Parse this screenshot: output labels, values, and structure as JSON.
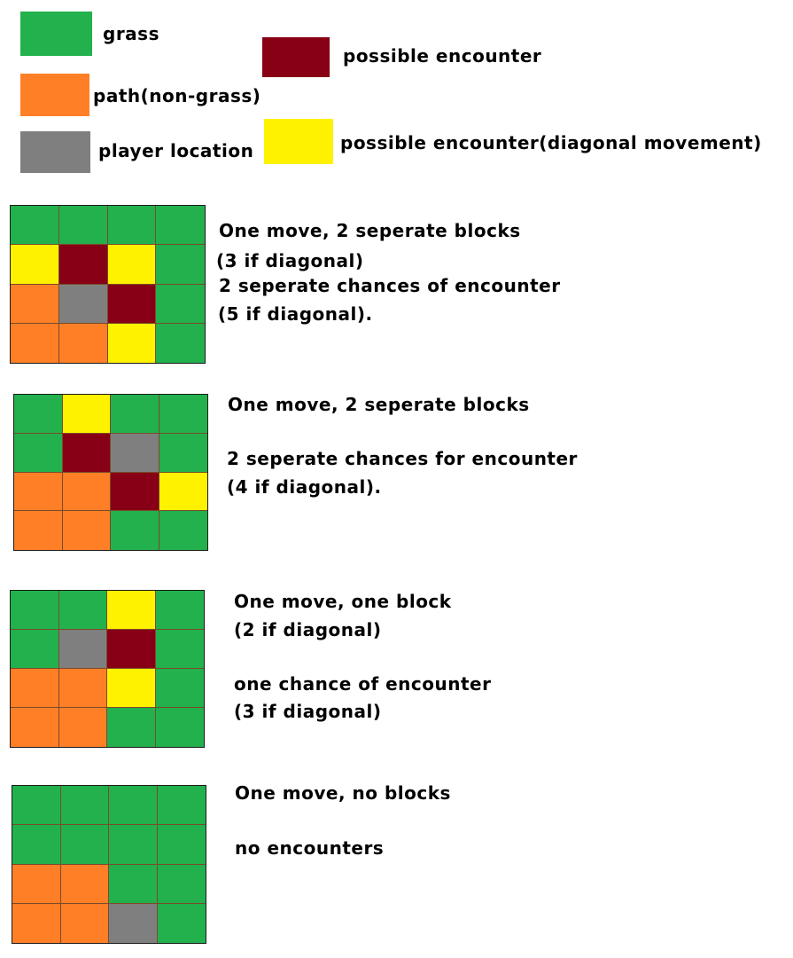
{
  "colors": {
    "grass": "#22b14c",
    "path": "#ff7f27",
    "player": "#7f7f7f",
    "encounter": "#880015",
    "diagonal": "#fff200"
  },
  "legend": {
    "grass": "grass",
    "path": "path(non-grass)",
    "player": "player location",
    "encounter": "possible encounter",
    "diagonal": "possible encounter(diagonal movement)"
  },
  "examples": [
    {
      "grid": [
        [
          "grass",
          "grass",
          "grass",
          "grass"
        ],
        [
          "diagonal",
          "encounter",
          "diagonal",
          "grass"
        ],
        [
          "path",
          "player",
          "encounter",
          "grass"
        ],
        [
          "path",
          "path",
          "diagonal",
          "grass"
        ]
      ],
      "lines": [
        "One move, 2 seperate blocks",
        "(3 if diagonal)",
        "2 seperate chances of encounter",
        "(5 if diagonal)."
      ]
    },
    {
      "grid": [
        [
          "grass",
          "diagonal",
          "grass",
          "grass"
        ],
        [
          "grass",
          "encounter",
          "player",
          "grass"
        ],
        [
          "path",
          "path",
          "encounter",
          "diagonal"
        ],
        [
          "path",
          "path",
          "grass",
          "grass"
        ]
      ],
      "lines": [
        "One move, 2 seperate blocks",
        "2 seperate chances for encounter",
        "(4 if diagonal)."
      ]
    },
    {
      "grid": [
        [
          "grass",
          "grass",
          "diagonal",
          "grass"
        ],
        [
          "grass",
          "player",
          "encounter",
          "grass"
        ],
        [
          "path",
          "path",
          "diagonal",
          "grass"
        ],
        [
          "path",
          "path",
          "grass",
          "grass"
        ]
      ],
      "lines": [
        "One move, one block",
        "(2 if diagonal)",
        "one chance of encounter",
        "(3 if diagonal)"
      ]
    },
    {
      "grid": [
        [
          "grass",
          "grass",
          "grass",
          "grass"
        ],
        [
          "grass",
          "grass",
          "grass",
          "grass"
        ],
        [
          "path",
          "path",
          "grass",
          "grass"
        ],
        [
          "path",
          "path",
          "player",
          "grass"
        ]
      ],
      "lines": [
        "One move, no blocks",
        "no encounters"
      ]
    }
  ]
}
